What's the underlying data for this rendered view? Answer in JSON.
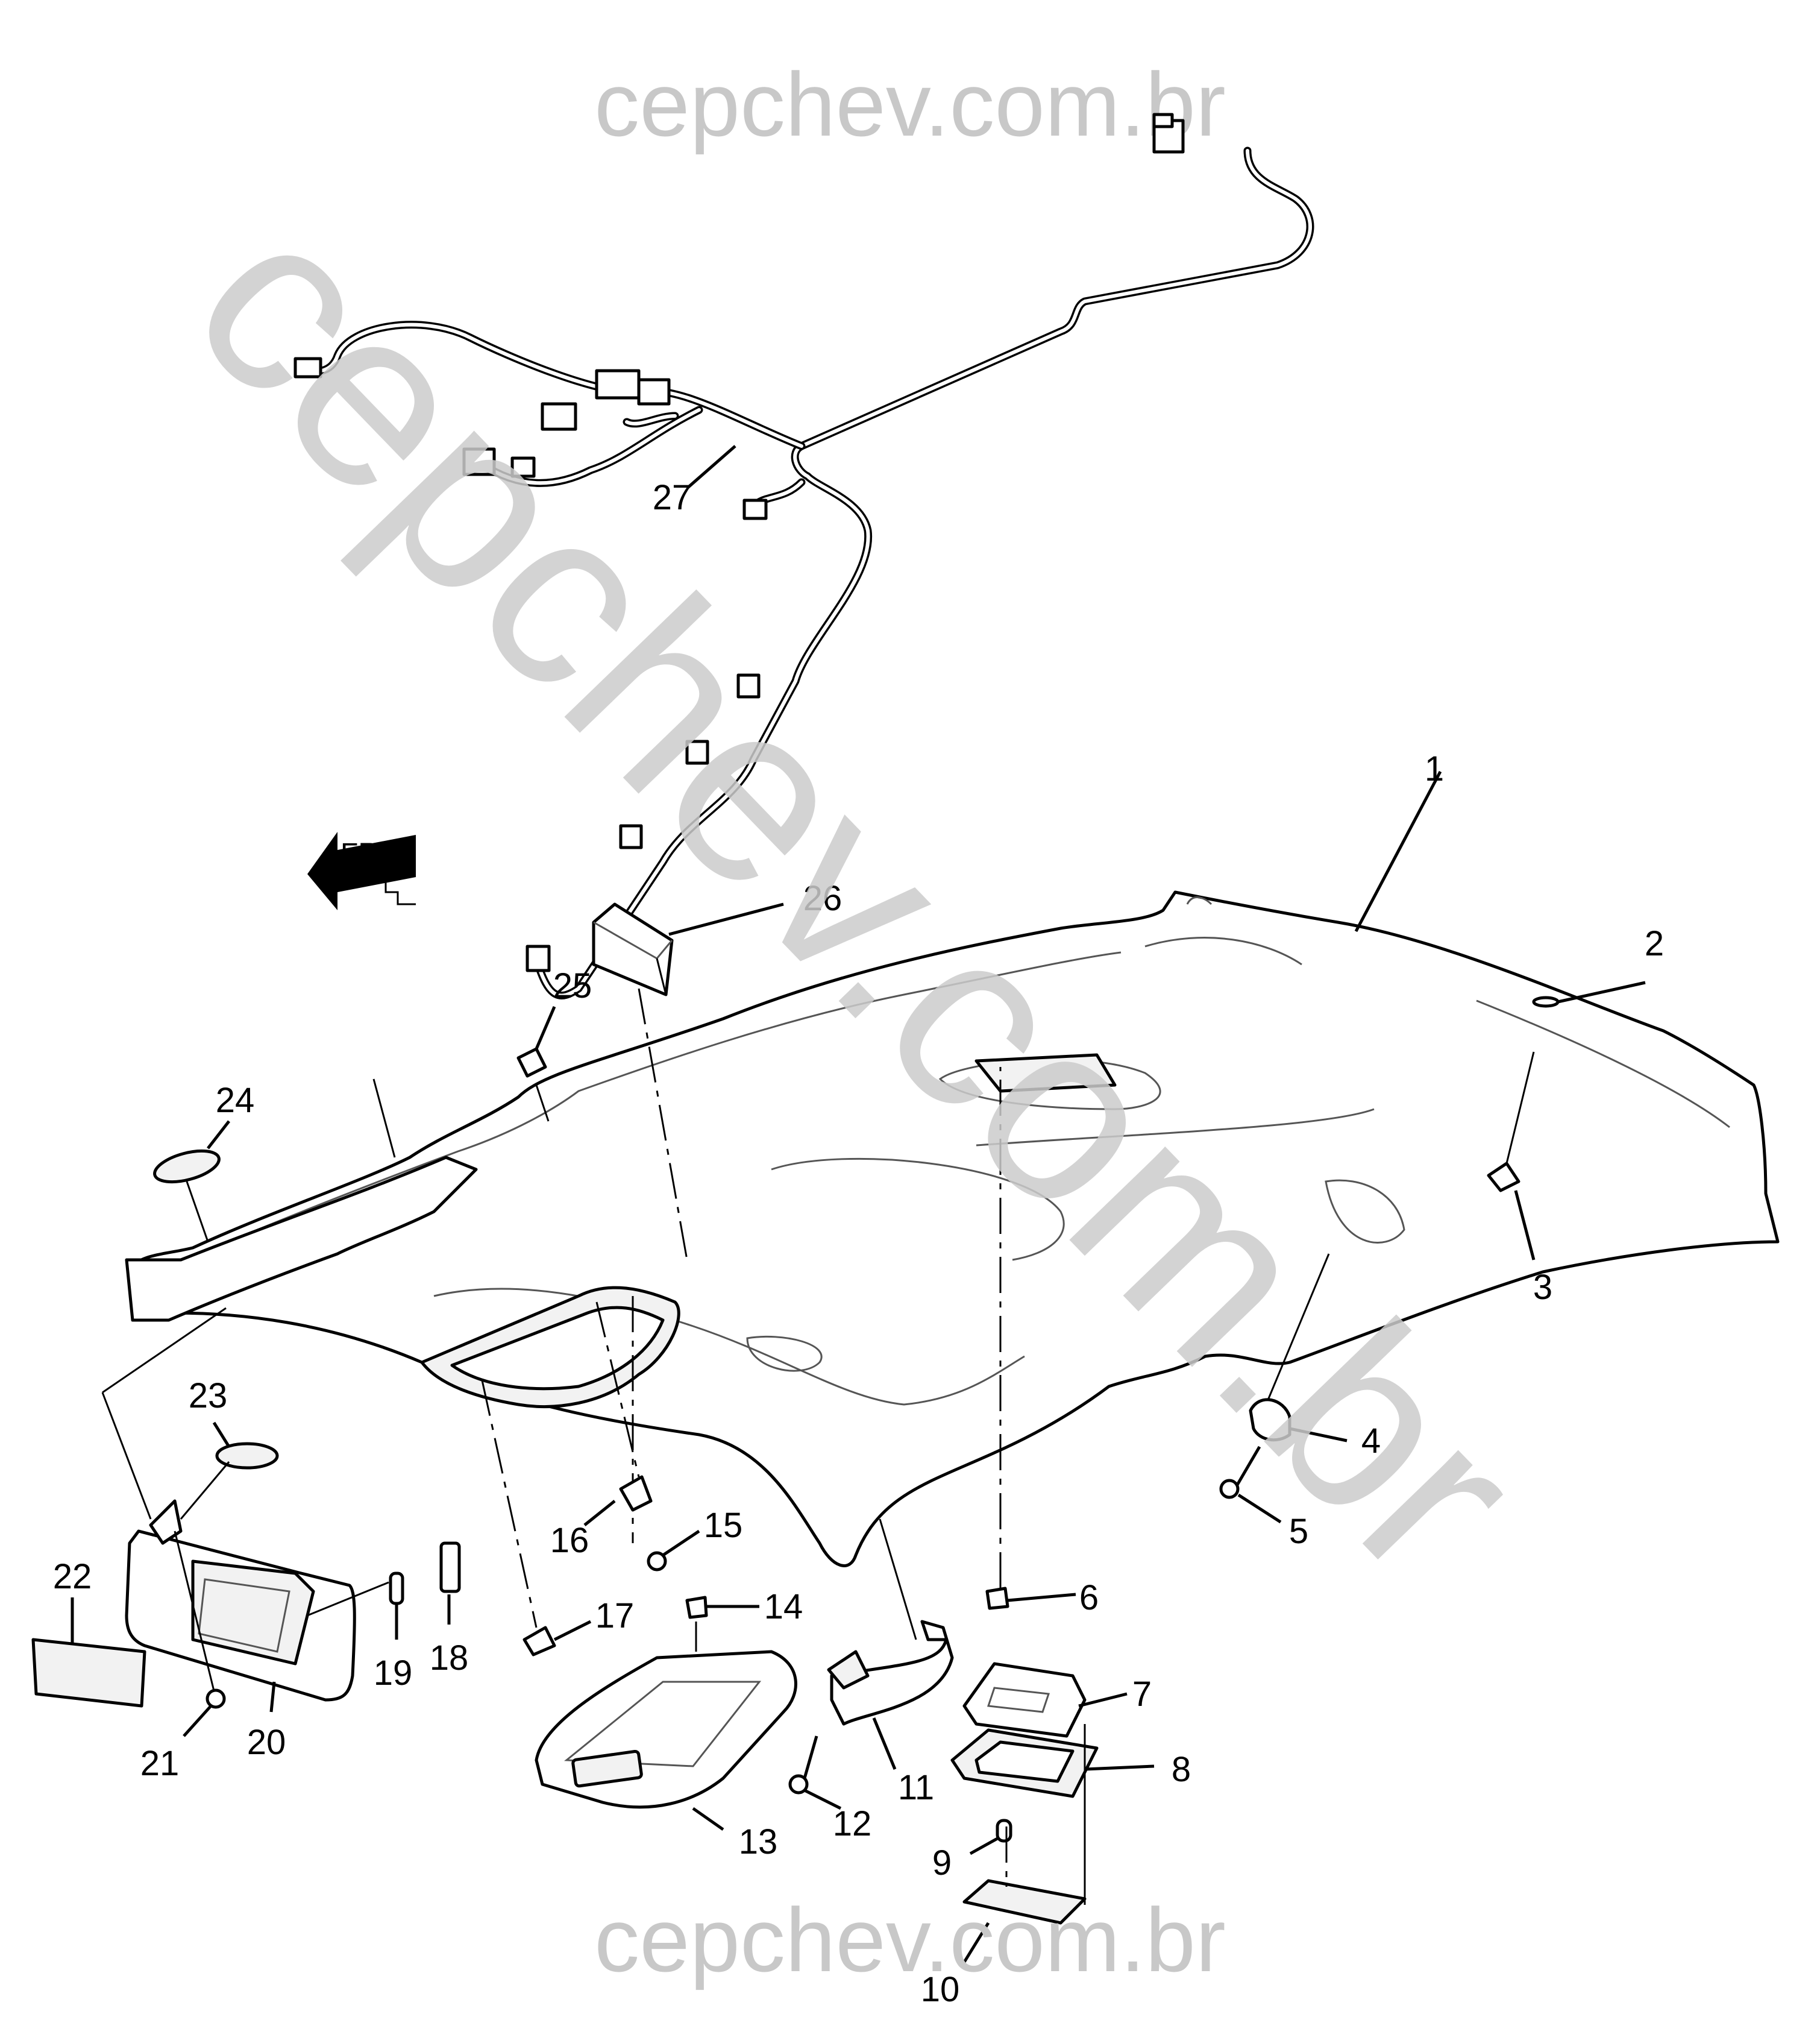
{
  "watermark": {
    "top": "cepchev.com.br",
    "bottom": "cepchev.com.br",
    "diagonal": "cepchev.com.br"
  },
  "direction_label": "FRT",
  "callouts": [
    {
      "id": "1",
      "label": "1"
    },
    {
      "id": "2",
      "label": "2"
    },
    {
      "id": "3",
      "label": "3"
    },
    {
      "id": "4",
      "label": "4"
    },
    {
      "id": "5",
      "label": "5"
    },
    {
      "id": "6",
      "label": "6"
    },
    {
      "id": "7",
      "label": "7"
    },
    {
      "id": "8",
      "label": "8"
    },
    {
      "id": "9",
      "label": "9"
    },
    {
      "id": "10",
      "label": "10"
    },
    {
      "id": "11",
      "label": "11"
    },
    {
      "id": "12",
      "label": "12"
    },
    {
      "id": "13",
      "label": "13"
    },
    {
      "id": "14",
      "label": "14"
    },
    {
      "id": "15",
      "label": "15"
    },
    {
      "id": "16",
      "label": "16"
    },
    {
      "id": "17",
      "label": "17"
    },
    {
      "id": "18",
      "label": "18"
    },
    {
      "id": "19",
      "label": "19"
    },
    {
      "id": "20",
      "label": "20"
    },
    {
      "id": "21",
      "label": "21"
    },
    {
      "id": "22",
      "label": "22"
    },
    {
      "id": "23",
      "label": "23"
    },
    {
      "id": "24",
      "label": "24"
    },
    {
      "id": "25",
      "label": "25"
    },
    {
      "id": "26",
      "label": "26"
    },
    {
      "id": "27",
      "label": "27"
    }
  ]
}
